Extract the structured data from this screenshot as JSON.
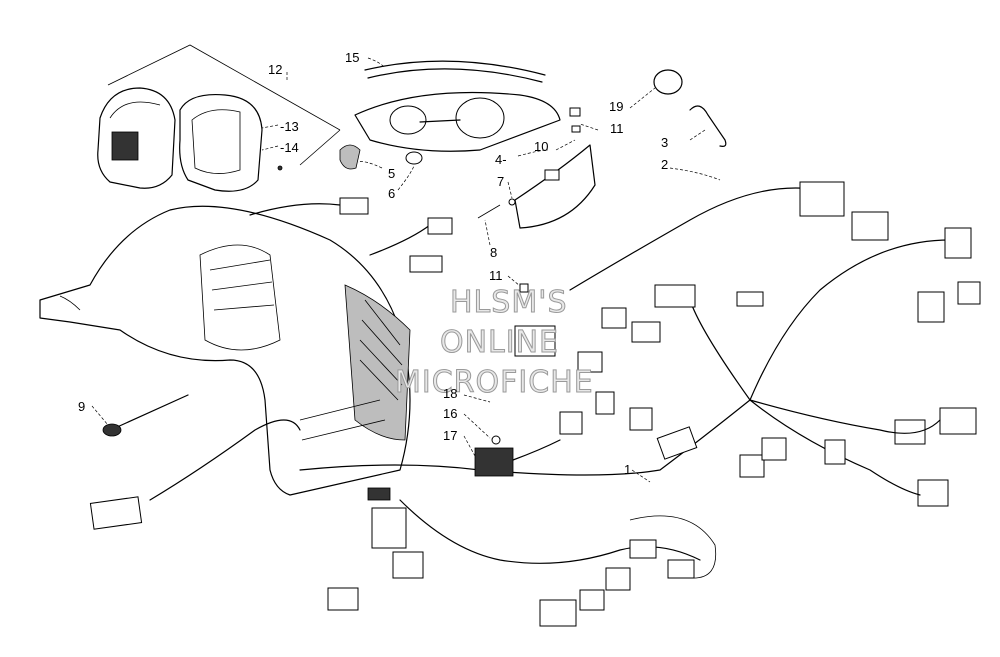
{
  "watermark": {
    "line1": "HLSM'S",
    "line2": "ONLINE",
    "line3": "MICROFICHE"
  },
  "callouts": [
    {
      "id": "1",
      "label": "1"
    },
    {
      "id": "2",
      "label": "2"
    },
    {
      "id": "3",
      "label": "3"
    },
    {
      "id": "4",
      "label": "4-"
    },
    {
      "id": "5",
      "label": "5"
    },
    {
      "id": "6",
      "label": "6"
    },
    {
      "id": "7",
      "label": "7"
    },
    {
      "id": "8",
      "label": "8"
    },
    {
      "id": "9",
      "label": "9"
    },
    {
      "id": "10",
      "label": "10"
    },
    {
      "id": "11a",
      "label": "11"
    },
    {
      "id": "11b",
      "label": "11"
    },
    {
      "id": "12",
      "label": "12"
    },
    {
      "id": "13",
      "label": "-13"
    },
    {
      "id": "14",
      "label": "-14"
    },
    {
      "id": "15",
      "label": "15"
    },
    {
      "id": "16",
      "label": "16"
    },
    {
      "id": "17",
      "label": "17"
    },
    {
      "id": "18",
      "label": "18"
    },
    {
      "id": "19",
      "label": "19"
    }
  ]
}
